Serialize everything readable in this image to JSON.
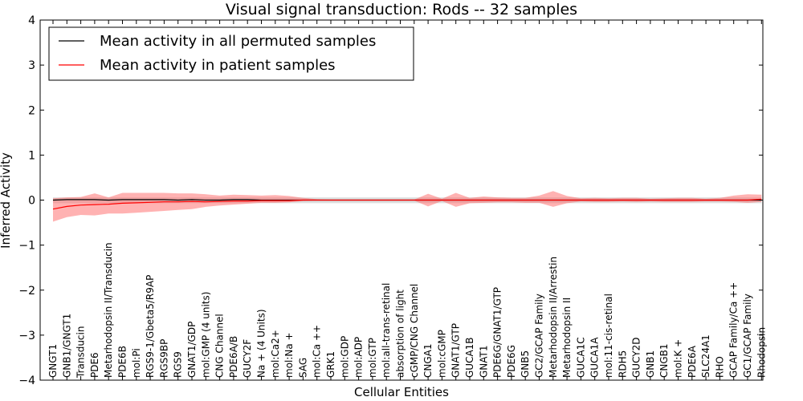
{
  "chart_data": {
    "type": "line",
    "title": "Visual signal transduction: Rods -- 32 samples",
    "xlabel": "Cellular Entities",
    "ylabel": "Inferred Activity",
    "ylim": [
      -4,
      4
    ],
    "yticks": [
      "4",
      "3",
      "2",
      "1",
      "0",
      "−1",
      "−2",
      "−3",
      "−4"
    ],
    "ytick_values": [
      4,
      3,
      2,
      1,
      0,
      -1,
      -2,
      -3,
      -4
    ],
    "legend_position": "top-left",
    "grid": false,
    "categories": [
      "GNGT1",
      "GNB1/GNGT1",
      "Transducin",
      "PDE6",
      "Metarhodopsin II/Transducin",
      "PDE6B",
      "mol:Pi",
      "RGS9-1/Gbeta5/R9AP",
      "RGS9BP",
      "RGS9",
      "GNAT1/GDP",
      "mol:GMP (4 units)",
      "CNG Channel",
      "PDE6A/B",
      "GUCY2F",
      "Na + (4 Units)",
      "mol:Ca2+",
      "mol:Na +",
      "SAG",
      "mol:Ca ++",
      "GRK1",
      "mol:GDP",
      "mol:ADP",
      "mol:GTP",
      "mol:all-trans-retinal",
      "absorption of light",
      "cGMP/CNG Channel",
      "CNGA1",
      "mol:cGMP",
      "GNAT1/GTP",
      "GUCA1B",
      "GNAT1",
      "PDE6G/GNAT1/GTP",
      "PDE6G",
      "GNB5",
      "GC2/GCAP Family",
      "Metarhodopsin II/Arrestin",
      "Metarhodopsin II",
      "GUCA1C",
      "GUCA1A",
      "mol:11-cis-retinal",
      "RDH5",
      "GUCY2D",
      "GNB1",
      "CNGB1",
      "mol:K +",
      "PDE6A",
      "SLC24A1",
      "RHO",
      "GCAP Family/Ca ++",
      "GC1/GCAP Family",
      "Rhodopsin"
    ],
    "series": [
      {
        "name": "Mean activity in all permuted samples",
        "color": "#000000",
        "band_color": "#c8c8c8",
        "values": [
          0.0,
          0.01,
          0.01,
          0.01,
          0.0,
          0.01,
          0.01,
          0.01,
          0.01,
          0.0,
          0.01,
          0.0,
          0.0,
          0.01,
          0.01,
          0.0,
          0.0,
          0.0,
          0.0,
          0.0,
          0.0,
          0.0,
          0.0,
          0.0,
          0.0,
          0.0,
          0.0,
          0.0,
          0.0,
          0.0,
          0.0,
          0.0,
          0.0,
          0.0,
          0.0,
          0.0,
          0.0,
          0.0,
          0.0,
          0.0,
          0.0,
          0.0,
          0.0,
          0.0,
          0.0,
          0.0,
          0.0,
          0.0,
          0.0,
          0.0,
          0.0,
          0.0
        ],
        "band_upper": [
          0.06,
          0.06,
          0.06,
          0.06,
          0.06,
          0.06,
          0.06,
          0.06,
          0.06,
          0.06,
          0.06,
          0.06,
          0.06,
          0.06,
          0.06,
          0.06,
          0.06,
          0.06,
          0.06,
          0.06,
          0.06,
          0.06,
          0.06,
          0.06,
          0.06,
          0.06,
          0.06,
          0.06,
          0.06,
          0.06,
          0.06,
          0.06,
          0.06,
          0.06,
          0.06,
          0.06,
          0.06,
          0.06,
          0.06,
          0.06,
          0.06,
          0.06,
          0.06,
          0.06,
          0.06,
          0.06,
          0.06,
          0.06,
          0.06,
          0.06,
          0.06,
          0.06
        ],
        "band_lower": [
          -0.07,
          -0.07,
          -0.07,
          -0.07,
          -0.07,
          -0.07,
          -0.07,
          -0.07,
          -0.07,
          -0.07,
          -0.07,
          -0.07,
          -0.07,
          -0.07,
          -0.07,
          -0.07,
          -0.07,
          -0.07,
          -0.07,
          -0.07,
          -0.07,
          -0.07,
          -0.07,
          -0.07,
          -0.07,
          -0.07,
          -0.07,
          -0.07,
          -0.07,
          -0.07,
          -0.07,
          -0.07,
          -0.07,
          -0.07,
          -0.07,
          -0.07,
          -0.07,
          -0.07,
          -0.07,
          -0.07,
          -0.07,
          -0.07,
          -0.07,
          -0.07,
          -0.07,
          -0.07,
          -0.07,
          -0.07,
          -0.07,
          -0.07,
          -0.07,
          -0.07
        ]
      },
      {
        "name": "Mean activity in patient samples",
        "color": "#ff0000",
        "band_color": "#ff6666",
        "values": [
          -0.2,
          -0.14,
          -0.11,
          -0.1,
          -0.09,
          -0.07,
          -0.06,
          -0.05,
          -0.04,
          -0.04,
          -0.03,
          -0.04,
          -0.03,
          -0.02,
          -0.02,
          -0.01,
          -0.01,
          -0.01,
          0.0,
          0.0,
          0.0,
          0.0,
          0.0,
          0.0,
          0.0,
          0.0,
          0.0,
          0.0,
          0.0,
          0.0,
          0.0,
          0.0,
          0.0,
          0.0,
          0.0,
          0.0,
          0.0,
          0.0,
          0.0,
          0.0,
          0.0,
          0.0,
          0.0,
          0.0,
          0.0,
          0.0,
          0.0,
          0.0,
          0.0,
          0.0,
          0.0,
          0.02
        ],
        "band_upper": [
          0.04,
          0.06,
          0.07,
          0.15,
          0.06,
          0.16,
          0.16,
          0.16,
          0.16,
          0.15,
          0.15,
          0.13,
          0.1,
          0.12,
          0.11,
          0.1,
          0.11,
          0.09,
          0.05,
          0.02,
          0.01,
          0.01,
          0.01,
          0.01,
          0.01,
          0.01,
          0.01,
          0.14,
          0.03,
          0.16,
          0.05,
          0.08,
          0.06,
          0.05,
          0.05,
          0.1,
          0.2,
          0.09,
          0.04,
          0.05,
          0.04,
          0.05,
          0.05,
          0.03,
          0.04,
          0.05,
          0.05,
          0.03,
          0.05,
          0.1,
          0.13,
          0.12
        ],
        "band_lower": [
          -0.48,
          -0.38,
          -0.33,
          -0.34,
          -0.3,
          -0.3,
          -0.28,
          -0.26,
          -0.24,
          -0.22,
          -0.2,
          -0.15,
          -0.12,
          -0.1,
          -0.08,
          -0.06,
          -0.06,
          -0.05,
          -0.02,
          -0.01,
          -0.01,
          -0.01,
          -0.01,
          -0.01,
          -0.01,
          -0.01,
          -0.01,
          -0.14,
          -0.02,
          -0.15,
          -0.07,
          -0.06,
          -0.05,
          -0.05,
          -0.06,
          -0.06,
          -0.15,
          -0.07,
          -0.03,
          -0.04,
          -0.04,
          -0.03,
          -0.04,
          -0.03,
          -0.04,
          -0.04,
          -0.04,
          -0.03,
          -0.03,
          -0.04,
          -0.06,
          -0.04
        ]
      }
    ]
  }
}
